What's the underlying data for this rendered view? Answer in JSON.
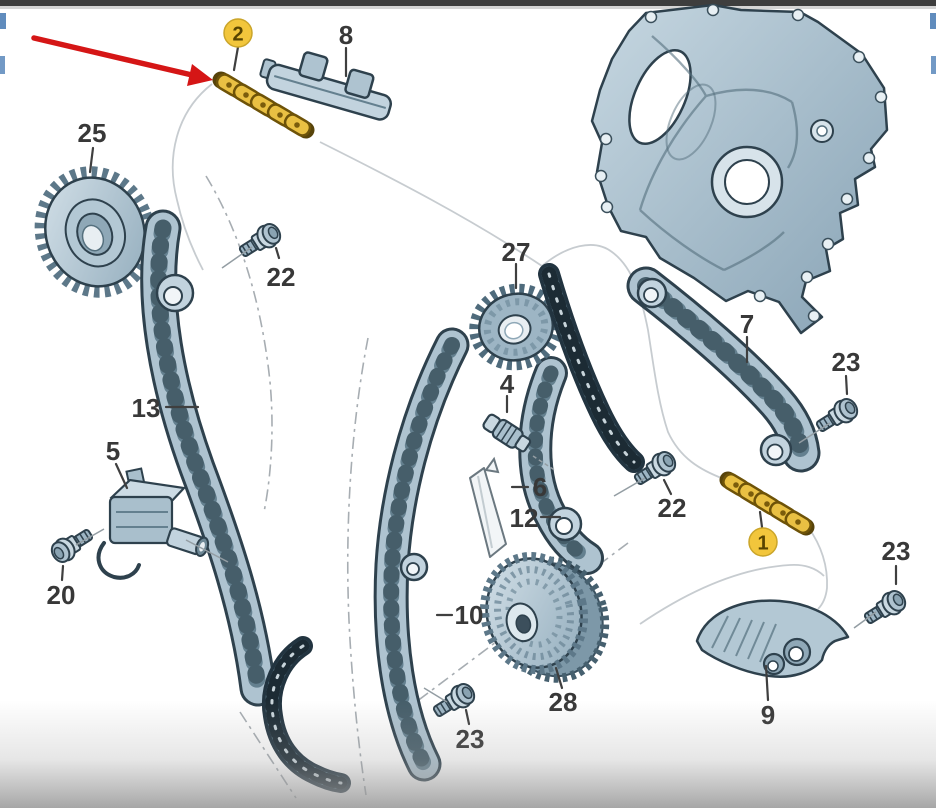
{
  "frame": {
    "top_bar_color": "#3e3e3e",
    "edge_accent_color": "#4f80b6",
    "bottom_fade_color": "#9c9c9c"
  },
  "diagram": {
    "type": "exploded-parts-diagram",
    "part_fill": "#b9cdd9",
    "line_color": "#2e414d",
    "highlight_color": "#e9c043",
    "badge_color": "#f2c63c",
    "arrow": {
      "color": "#d51616",
      "points_to_label": "2"
    },
    "callouts": [
      {
        "label": "2",
        "highlighted": true
      },
      {
        "label": "8"
      },
      {
        "label": "25"
      },
      {
        "label": "22"
      },
      {
        "label": "13"
      },
      {
        "label": "5"
      },
      {
        "label": "20"
      },
      {
        "label": "27"
      },
      {
        "label": "4"
      },
      {
        "label": "6"
      },
      {
        "label": "12"
      },
      {
        "label": "10"
      },
      {
        "label": "28"
      },
      {
        "label": "23"
      },
      {
        "label": "7"
      },
      {
        "label": "23"
      },
      {
        "label": "22"
      },
      {
        "label": "1",
        "highlighted": true
      },
      {
        "label": "9"
      },
      {
        "label": "23"
      }
    ]
  }
}
